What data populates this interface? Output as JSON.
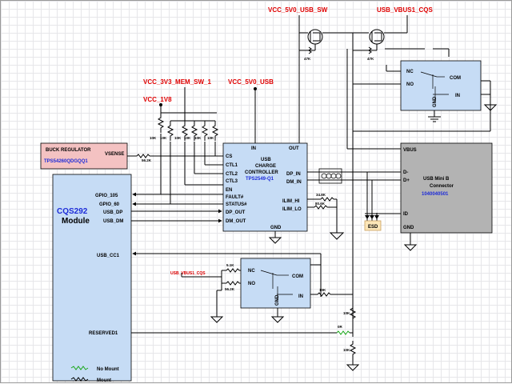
{
  "nets": {
    "vcc_5v0_usb_sw": "VCC_5V0_USB_SW",
    "usb_vbus1_cqs_top": "USB_VBUS1_CQS",
    "vcc_3v3_mem_sw_1": "VCC_3V3_MEM_SW_1",
    "vcc_5v0_usb": "VCC_5V0_USB",
    "vcc_1v8": "VCC_1V8",
    "usb_vbus1_cqs_low": "USB_VBUS1_CQS"
  },
  "buck": {
    "title": "BUCK REGULATOR",
    "part": "TPS54260QDGQQ1",
    "pin": "VSENSE",
    "res": "56.2K"
  },
  "cqs": {
    "name": "CQS292",
    "sub": "Module",
    "pins": [
      "GPIO_105",
      "GPIO_60",
      "USB_DP",
      "USB_DM",
      "USB_CC1",
      "RESERVED1"
    ]
  },
  "controller": {
    "title1": "USB",
    "title2": "CHARGE",
    "title3": "CONTROLLER",
    "part": "TPS2549-Q1",
    "in": "IN",
    "out": "OUT",
    "gnd": "GND",
    "left_pins": [
      "CS",
      "CTL1",
      "CTL2",
      "CTL3",
      "EN",
      "FAULT#",
      "STATUS#",
      "DP_OUT",
      "DM_OUT"
    ],
    "right_pins": [
      "DP_IN",
      "DM_IN",
      "ILIM_HI",
      "ILIM_LO"
    ],
    "ilim_res": [
      "34.8K",
      "80.6K"
    ]
  },
  "pullups": [
    "10K",
    "10K",
    "10K",
    "10K",
    "10K",
    "10K"
  ],
  "fet_res": [
    "47K",
    "47K"
  ],
  "switch_top": {
    "nc": "NC",
    "no": "NO",
    "com": "COM",
    "in": "IN",
    "gnd": "GND"
  },
  "switch_bottom": {
    "nc": "NC",
    "no": "NO",
    "com": "COM",
    "in": "IN",
    "gnd": "GND",
    "res": [
      "5.1K",
      "56.2K",
      "10K"
    ]
  },
  "connector": {
    "vbus": "VBUS",
    "dminus": "D-",
    "dplus": "D+",
    "id": "ID",
    "gnd": "GND",
    "title1": "USB Mini B",
    "title2": "Connector",
    "part": "1040040501"
  },
  "esd": "ESD",
  "bottom_res": [
    "10K",
    "0R",
    "10K"
  ],
  "legend": {
    "no_mount": "No Mount",
    "mount": "Mount"
  }
}
